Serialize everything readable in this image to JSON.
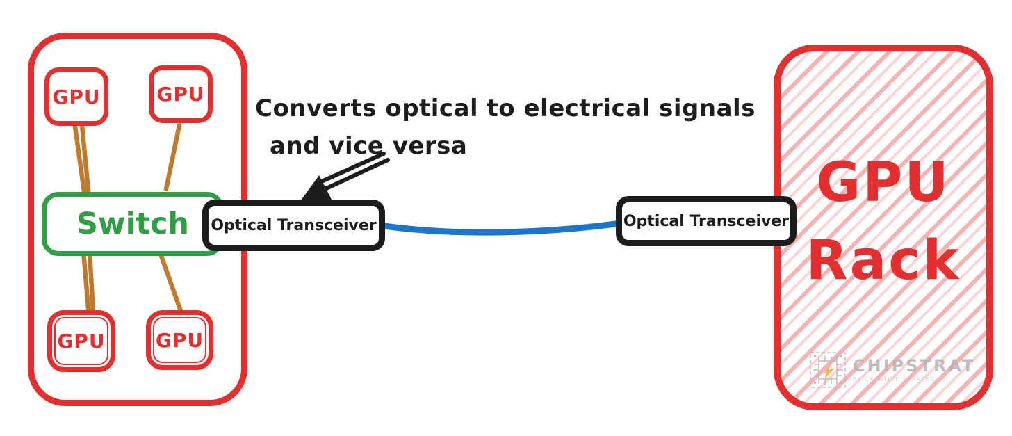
{
  "left_rack": {
    "gpus": [
      "GPU",
      "GPU",
      "GPU",
      "GPU"
    ],
    "switch_label": "Switch"
  },
  "transceiver_left": {
    "label": "Optical Transceiver"
  },
  "transceiver_right": {
    "label": "Optical Transceiver"
  },
  "right_rack": {
    "label_line1": "GPU",
    "label_line2": "Rack"
  },
  "annotation": {
    "line1": "Converts optical to electrical signals",
    "line2": "and vice versa"
  },
  "logo": {
    "brand": "CHIPSTRAT",
    "tagline": "BY CREATIVE STRATEGIES"
  },
  "colors": {
    "red": "#e23030",
    "green": "#2f9e44",
    "blue": "#1b76cc",
    "copper_brown": "#bf7b2d",
    "black": "#1c1c1c",
    "hatch_pink": "#f6b3b3",
    "logo_gray": "#b3b6b8",
    "logo_orange": "#f2a43c"
  }
}
